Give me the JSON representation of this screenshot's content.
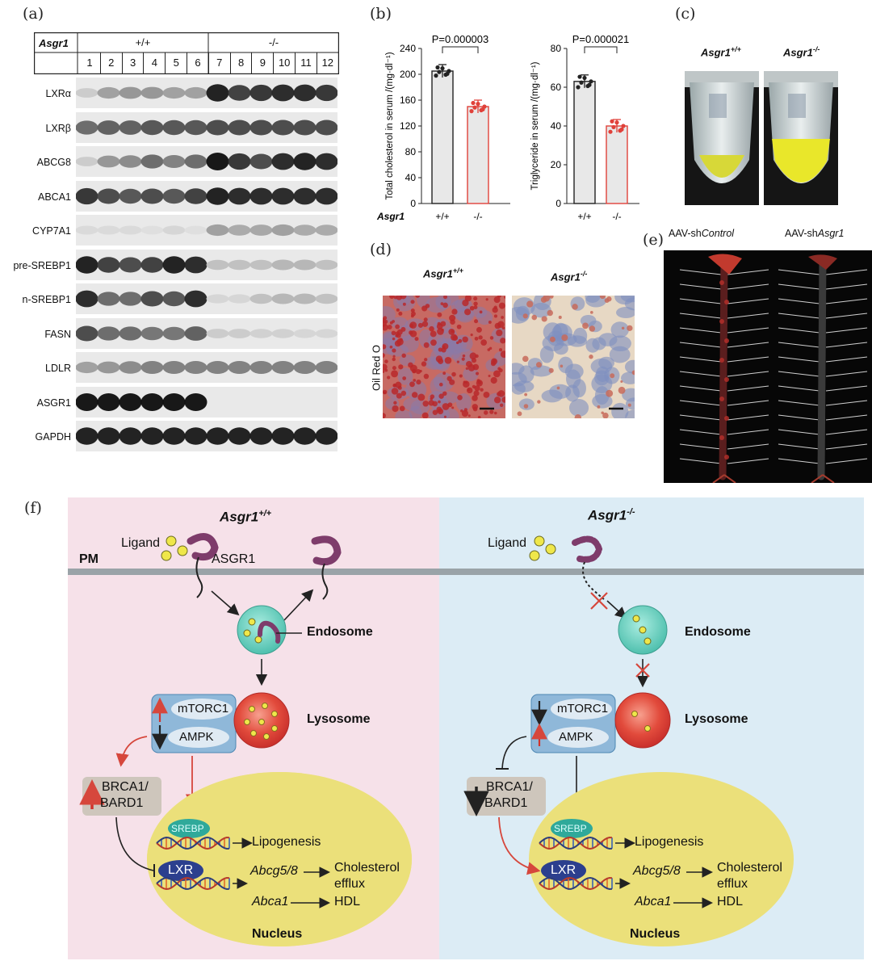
{
  "panel_labels": {
    "a": "(a)",
    "b": "(b)",
    "c": "(c)",
    "d": "(d)",
    "e": "(e)",
    "f": "(f)"
  },
  "panel_a": {
    "gene": "Asgr1",
    "groups": [
      "+/+",
      "-/-"
    ],
    "lanes": [
      "1",
      "2",
      "3",
      "4",
      "5",
      "6",
      "7",
      "8",
      "9",
      "10",
      "11",
      "12"
    ],
    "proteins": [
      "LXRα",
      "LXRβ",
      "ABCG8",
      "ABCA1",
      "CYP7A1",
      "pre-SREBP1",
      "n-SREBP1",
      "FASN",
      "LDLR",
      "ASGR1",
      "GAPDH"
    ]
  },
  "chart_data": [
    {
      "type": "bar",
      "categories": [
        "+/+",
        "-/-"
      ],
      "values": [
        205,
        150
      ],
      "ylabel": "Total cholesterol in serum /(mg·dl⁻¹)",
      "xlabel": "Asgr1",
      "ylim": [
        0,
        240
      ],
      "yticks": [
        0,
        40,
        80,
        120,
        160,
        200,
        240
      ],
      "annotation": "P=0.000003",
      "colors": [
        "#222222",
        "#e0413a"
      ]
    },
    {
      "type": "bar",
      "categories": [
        "+/+",
        "-/-"
      ],
      "values": [
        63,
        40
      ],
      "ylabel": "Triglyceride in serum /(mg·dl⁻¹)",
      "ylim": [
        0,
        80
      ],
      "yticks": [
        0,
        20,
        40,
        60,
        80
      ],
      "annotation": "P=0.000021",
      "colors": [
        "#222222",
        "#e0413a"
      ]
    }
  ],
  "panel_c": {
    "left": "Asgr1",
    "left_sup": "+/+",
    "right": "Asgr1",
    "right_sup": "-/-"
  },
  "panel_d": {
    "stain": "Oil Red O",
    "left": "Asgr1",
    "left_sup": "+/+",
    "right": "Asgr1",
    "right_sup": "-/-"
  },
  "panel_e": {
    "left_prefix": "AAV-sh",
    "left_it": "Control",
    "right_prefix": "AAV-sh",
    "right_it": "Asgr1"
  },
  "panel_f": {
    "left_title": "Asgr1",
    "left_sup": "+/+",
    "right_title": "Asgr1",
    "right_sup": "-/-",
    "pm": "PM",
    "ligand": "Ligand",
    "asgr1": "ASGR1",
    "endosome": "Endosome",
    "lysosome": "Lysosome",
    "mtorc1": "mTORC1",
    "ampk": "AMPK",
    "brca1": "BRCA1/",
    "bard1": "BARD1",
    "srebp": "SREBP",
    "lxr": "LXR",
    "lipogenesis": "Lipogenesis",
    "abcg": "Abcg5/8",
    "abca1": "Abca1",
    "chol": "Cholesterol",
    "efflux": "efflux",
    "hdl": "HDL",
    "nucleus": "Nucleus"
  }
}
